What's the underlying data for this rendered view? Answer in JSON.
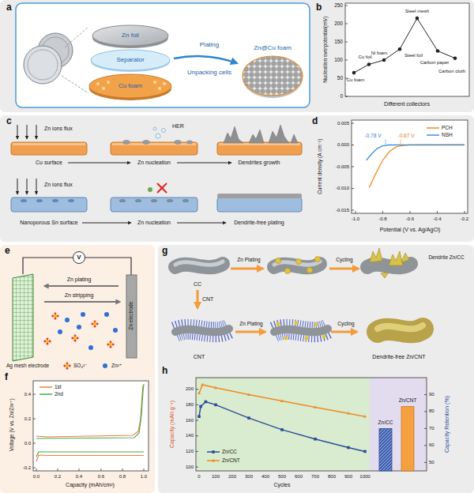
{
  "diagram": {
    "nodes": [
      {
        "text": [
          "V"
        ]
      }
    ],
    "labels": [
      "a",
      "Zn foil",
      "Separator",
      "Cu foam",
      "Plating",
      "Unpacking cells",
      "Zn@Cu foam",
      "b",
      "Nucleation overpotential(mV)",
      "0",
      "50",
      "100",
      "150",
      "200",
      "250",
      "Cu foam",
      "Cu foil",
      "Ni foam",
      "Steel foil",
      "Steel mesh",
      "Carbon paper",
      "Carbon cloth",
      "Different collectors",
      "c",
      "Zn ions flux",
      "HER",
      "Cu surface",
      "Zn nucleation",
      "Dendrites growth",
      "Zn ions flux",
      "Nanoporous Sn surface",
      "Zn nucleation",
      "Dendrite-free plating",
      "d",
      "Current density (A cm⁻²)",
      "0.005",
      "0.000",
      "-0.005",
      "-0.010",
      "-0.015",
      "-1.0",
      "-0.8",
      "-0.6",
      "-0.4",
      "-0.2",
      "Potential (V vs. Ag/AgCl)",
      "-0.78 V",
      "-0.67 V",
      "e",
      "Zn plating",
      "Zn stripping",
      "Ag mesh electrode",
      "Zn electrode",
      "f",
      "Voltage (V vs. Zn/Zn²⁺)",
      "-0.2",
      "0.0",
      "0.2",
      "0.4",
      "0.0",
      "0.2",
      "0.4",
      "0.6",
      "0.8",
      "1.0",
      "Capacity (mAh/cm²)",
      "g",
      "CC",
      "Zn Plating",
      "Cycling",
      "Dendrite Zn/CC",
      "CNT",
      "CNT",
      "Zn Plating",
      "Cycling",
      "Dendrite-free Zn/CNT",
      "h",
      "Capacity (mAh g⁻¹)",
      "100",
      "120",
      "140",
      "160",
      "180",
      "200",
      "0",
      "100",
      "200",
      "300",
      "400",
      "500",
      "600",
      "700",
      "800",
      "900",
      "1000",
      "Cycles",
      "50",
      "60",
      "70",
      "80",
      "90",
      "Capacity Retention (%)",
      "Zn/CC",
      "Zn/CNT"
    ],
    "legend": [
      {
        "text": "PCH"
      },
      {
        "text": "NSH"
      },
      {
        "text": "SO₄²⁻"
      },
      {
        "text": "Zn²⁺"
      },
      {
        "text": "1st"
      },
      {
        "text": "2nd"
      },
      {
        "text": "Zn/CC"
      },
      {
        "text": "Zn/CNT"
      }
    ]
  }
}
